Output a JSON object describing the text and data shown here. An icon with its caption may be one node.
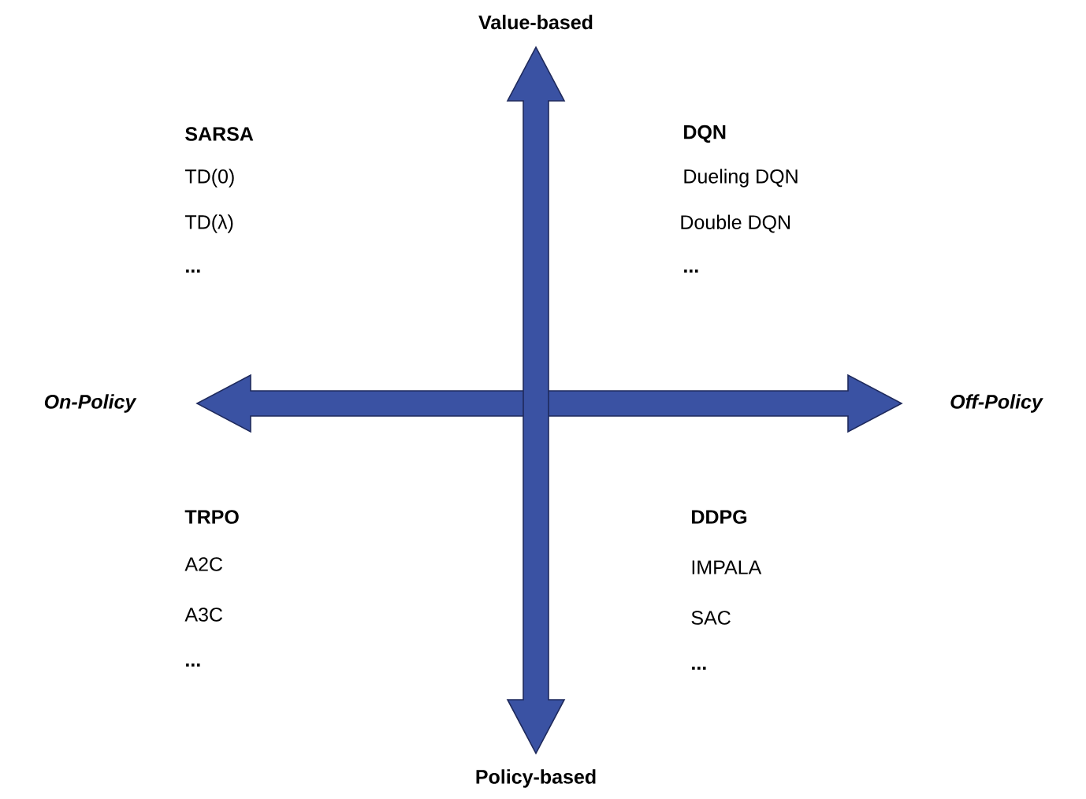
{
  "diagram": {
    "labels": [
      "Value-based",
      "SARSA",
      "DQN",
      "TD(0)",
      "Dueling DQN",
      "TD(λ)",
      "Double DQN",
      "...",
      "...",
      "On-Policy",
      "Off-Policy",
      "TRPO",
      "DDPG",
      "A2C",
      "IMPALA",
      "A3C",
      "SAC",
      "...",
      "...",
      "Policy-based"
    ]
  }
}
